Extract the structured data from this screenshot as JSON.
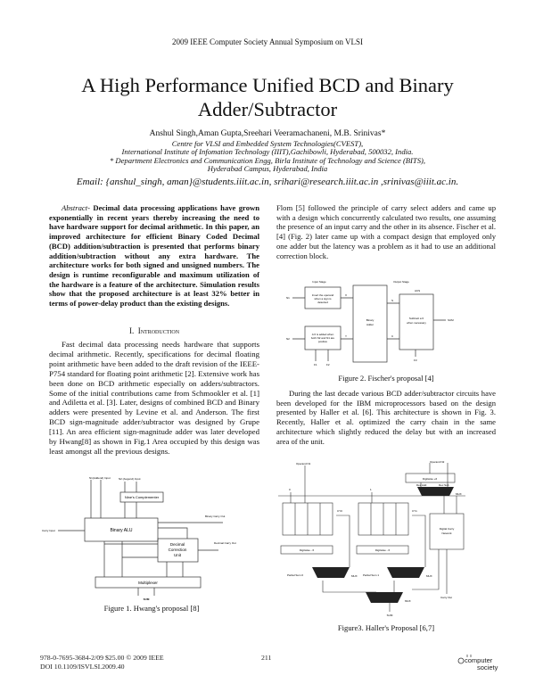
{
  "running_header": "2009 IEEE Computer Society Annual Symposium on VLSI",
  "title": [
    "A High Performance Unified BCD and Binary",
    "Adder/Subtractor"
  ],
  "authors": "Anshul Singh,Aman Gupta,Sreehari Veeramachaneni, M.B. Srinivas*",
  "affiliations": [
    "Centre for VLSI and Embedded System Technologies(CVEST),",
    "International Institute of Infomation Technology (IIIT),Gachibowli, Hyderabad, 500032, India.",
    "* Department Electronics and Communication Engg, Birla Institute of Technology and Science (BITS),",
    "Hyderabad Campus, Hyderabad, India"
  ],
  "email": "Email: {anshul_singh, aman}@students.iiit.ac.in, srihari@research.iiit.ac.in ,srinivas@iiit.ac.in.",
  "abstract": {
    "label": "Abstract-",
    "text": "Decimal data processing applications have grown exponentially in recent years thereby increasing the need to have hardware support for decimal arithmetic. In this paper, an improved architecture for efficient Binary Coded Decimal (BCD) addition/subtraction is presented that performs binary addition/subtraction without any extra hardware. The architecture works for both signed and unsigned numbers. The design is runtime reconfigurable and maximum utilization of the hardware is a feature of the architecture. Simulation results show that the proposed architecture is at least 32% better in terms of power-delay product than the existing designs."
  },
  "section1": {
    "number": "I.",
    "title": "Introduction"
  },
  "intro_paragraph": "Fast decimal data processing needs hardware that supports decimal arithmetic. Recently, specifications for decimal floating point arithmetic have been added to the draft revision of the IEEE-P754 standard for floating point arithmetic [2]. Extensive work has been done on BCD arithmetic especially on adders/subtractors. Some of the initial contributions came from Schmookler et al. [1] and Adiletta et al. [3]. Later, designs of combined BCD and Binary adders were presented by Levine et al. and Anderson. The first BCD sign-magnitude adder/subtractor was designed by Grupe [11]. An area efficient sign-magnitude adder was later developed by Hwang[8] as shown in Fig.1 Area occupied by this design was least amongst all the previous designs.",
  "right_paragraph1": "Flom [5] followed the principle of carry select adders and came up with a design which concurrently calculated two results, one assuming the presence of an input carry and the other in its absence. Fischer et al. [4] (Fig. 2) later came up with a compact design that employed only one adder but the latency was a problem as it had to use an additional correction block.",
  "right_paragraph2": "During the last decade various BCD adder/subtractor circuits have been developed for the IBM microprocessors based on the design presented by Haller et al. [6]. This architecture is shown in Fig. 3. Recently, Haller et al. optimized the carry chain in the same architecture which slightly reduced the delay but with an increased area of the unit.",
  "figure1": {
    "caption": "Figure 1. Hwang's proposal [8]",
    "labels": {
      "n1": "N1(Addend) Input",
      "n2": "N2 (Augend) Input",
      "nines": "Nine's Complementer",
      "alu": "Binary ALU",
      "carry_in": "Carry Input",
      "binary_carry": "Binary Carry Out",
      "dcu": [
        "Decimal",
        "Correction",
        "Unit"
      ],
      "decimal_carry": "Decimal Carry Out",
      "mux": "Multiplexer",
      "sum": "SUM"
    }
  },
  "figure2": {
    "caption": "Figure 2. Fischer's proposal [4]",
    "labels": {
      "input_stage": "Input Stage",
      "output_stage": "Output Stage",
      "box1": [
        "Invert the operand",
        "when a sign is",
        "detected"
      ],
      "box2": [
        "A 6 is added when",
        "both N2 and N1 are",
        "positive"
      ],
      "adder": [
        "Binary",
        "Adder"
      ],
      "sub": [
        "Subtract a 6",
        "when necessary"
      ],
      "n1": "N1",
      "n2": "N2",
      "x": "X",
      "y": "Y",
      "s": "S",
      "c": "C",
      "acs": "ACS",
      "sum": "SUM",
      "f1": "F1",
      "f2": "F2",
      "f3": "F3"
    }
  },
  "figure3": {
    "caption": "Figure3. Haller's Proposal [6,7]",
    "labels": {
      "operand_n2": "Operand N2",
      "operand_n1": "Operand N1",
      "digitwise_plus6": "Digitwise +6",
      "dec_add": "Dec Add",
      "dec_sub": "Dec Sub",
      "mux": "MUX",
      "digitwise_minus6": "Digitwise - 6",
      "cy0": "CY0",
      "cy1": "CY1",
      "carry_network": [
        "Digital Carry",
        "Network"
      ],
      "partial_sum0": "Partial Sum 0",
      "partial_sum1": "Partial Sum 1",
      "carry_out": "Carry Out",
      "sum": "SUM",
      "zero": "0",
      "one": "1"
    }
  },
  "footer": {
    "isbn": "978-0-7695-3684-2/09 $25.00 © 2009 IEEE",
    "doi": "DOI 10.1109/ISVLSI.2009.40",
    "page": "211",
    "logo": "computer society"
  }
}
